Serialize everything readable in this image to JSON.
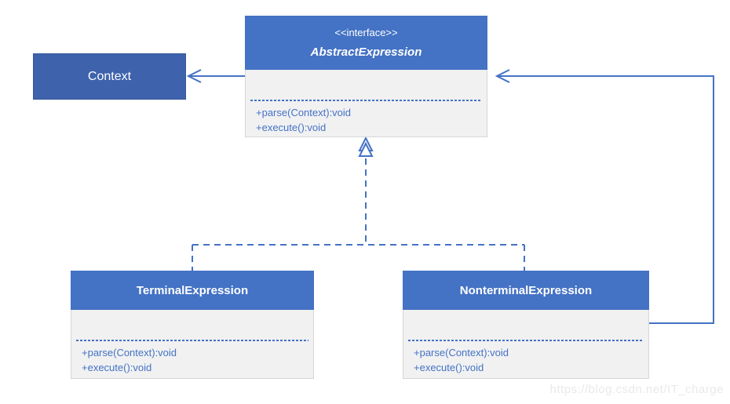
{
  "colors": {
    "header_blue": "#4472C4",
    "context_blue": "#3E63AC",
    "body_bg": "#F1F1F2",
    "body_border": "#D6D6D6",
    "line_blue": "#4472C4",
    "method_text": "#4472C4",
    "watermark_gray": "#E9E9EB"
  },
  "classes": {
    "abstract_expression": {
      "stereotype": "<<interface>>",
      "name": "AbstractExpression",
      "methods": [
        "+parse(Context):void",
        "+execute():void"
      ]
    },
    "context": {
      "name": "Context"
    },
    "terminal_expression": {
      "name": "TerminalExpression",
      "methods": [
        "+parse(Context):void",
        "+execute():void"
      ]
    },
    "nonterminal_expression": {
      "name": "NonterminalExpression",
      "methods": [
        "+parse(Context):void",
        "+execute():void"
      ]
    }
  },
  "relations": [
    {
      "from": "AbstractExpression",
      "to": "Context",
      "type": "association-arrow"
    },
    {
      "from": "TerminalExpression",
      "to": "AbstractExpression",
      "type": "realization-dashed-triangle"
    },
    {
      "from": "NonterminalExpression",
      "to": "AbstractExpression",
      "type": "realization-dashed-triangle"
    },
    {
      "from": "NonterminalExpression",
      "to": "AbstractExpression",
      "type": "association-arrow"
    }
  ],
  "watermark": "https://blog.csdn.net/IT_charge"
}
